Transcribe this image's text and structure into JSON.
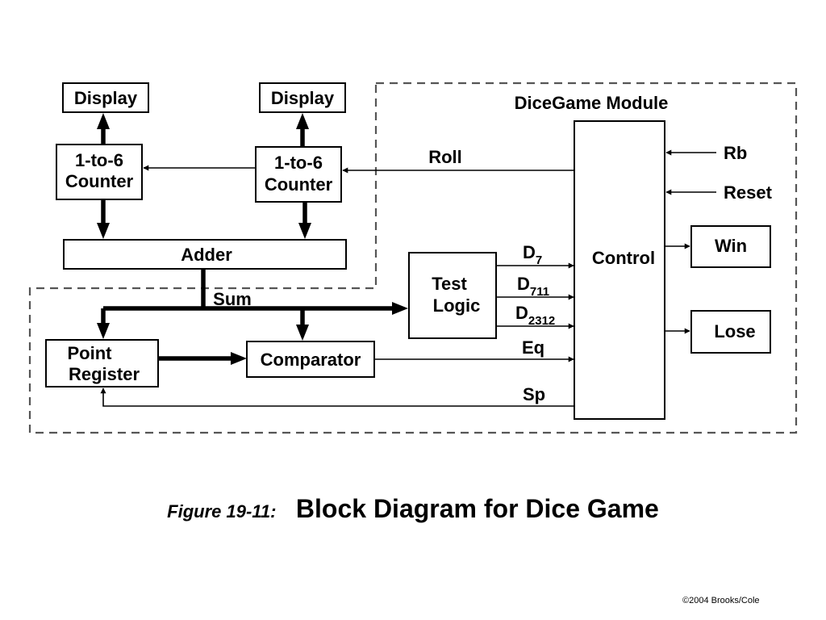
{
  "diagram": {
    "module_label": "DiceGame Module",
    "blocks": {
      "display_left": "Display",
      "display_right": "Display",
      "counter_left": [
        "1-to-6",
        "Counter"
      ],
      "counter_right": [
        "1-to-6",
        "Counter"
      ],
      "adder": "Adder",
      "test_logic": [
        "Test",
        "Logic"
      ],
      "control": "Control",
      "point_register": [
        "Point",
        "Register"
      ],
      "comparator": "Comparator",
      "win": "Win",
      "lose": "Lose"
    },
    "signals": {
      "roll": "Roll",
      "rb": "Rb",
      "reset": "Reset",
      "sum": "Sum",
      "d7_base": "D",
      "d7_sub": "7",
      "d711_base": "D",
      "d711_sub": "711",
      "d2312_base": "D",
      "d2312_sub": "2312",
      "eq": "Eq",
      "sp": "Sp"
    }
  },
  "caption": {
    "figure": "Figure 19-11:",
    "title": "Block Diagram for Dice Game"
  },
  "copyright": "©2004 Brooks/Cole"
}
